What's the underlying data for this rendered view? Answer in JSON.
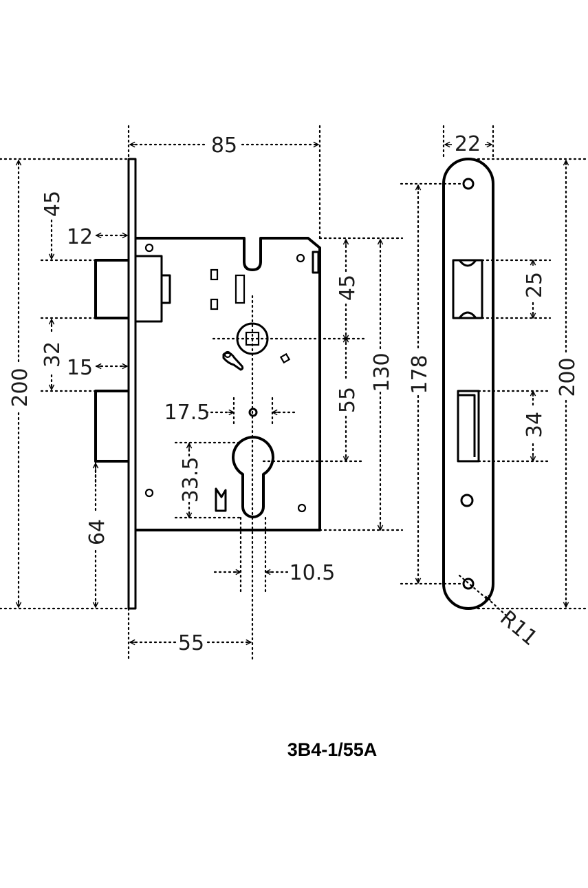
{
  "model": "3B4-1/55A",
  "lock_body": {
    "width": "85",
    "faceplate_to_latch": "12",
    "faceplate_to_bolt": "15",
    "top_to_latch": "45",
    "latch_to_bolt": "32",
    "total_height": "200",
    "bottom_to_bolt": "64",
    "backset": "55",
    "spindle_to_top": "45",
    "spindle_to_cylinder": "55",
    "case_height": "130",
    "hole_offset": "17.5",
    "cylinder_height": "33.5",
    "cylinder_width": "10.5"
  },
  "faceplate": {
    "width": "22",
    "latch_opening": "25",
    "bolt_opening": "34",
    "hole_spacing": "178",
    "height": "200",
    "radius": "R11"
  }
}
